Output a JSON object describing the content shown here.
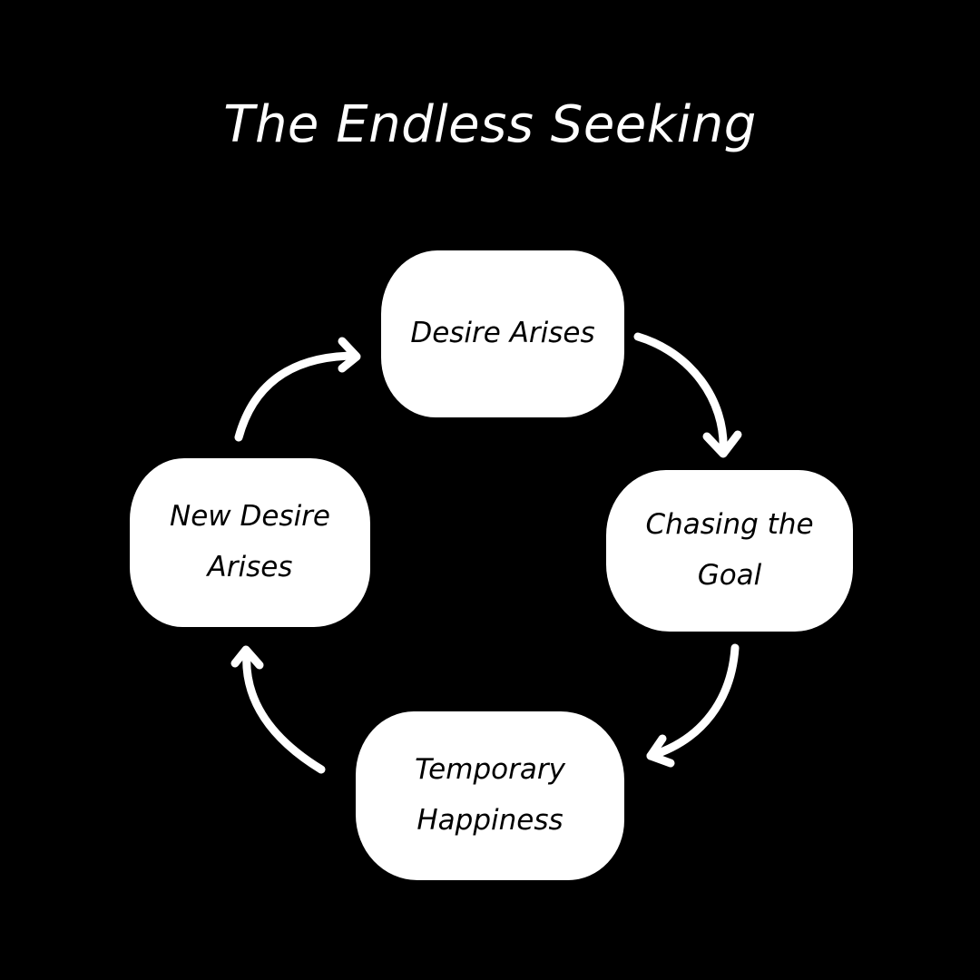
{
  "diagram": {
    "title": "The Endless Seeking",
    "nodes": [
      {
        "id": "desire-arises",
        "label": "Desire Arises"
      },
      {
        "id": "chasing-the-goal",
        "label": "Chasing the Goal"
      },
      {
        "id": "temporary-happiness",
        "label": "Temporary Happiness"
      },
      {
        "id": "new-desire-arises",
        "label": "New Desire Arises"
      }
    ],
    "edges": [
      {
        "from": "desire-arises",
        "to": "chasing-the-goal"
      },
      {
        "from": "chasing-the-goal",
        "to": "temporary-happiness"
      },
      {
        "from": "temporary-happiness",
        "to": "new-desire-arises"
      },
      {
        "from": "new-desire-arises",
        "to": "desire-arises"
      }
    ],
    "colors": {
      "background": "#000000",
      "node_fill": "#ffffff",
      "node_text": "#000000",
      "arrow": "#ffffff",
      "title_text": "#ffffff"
    }
  }
}
